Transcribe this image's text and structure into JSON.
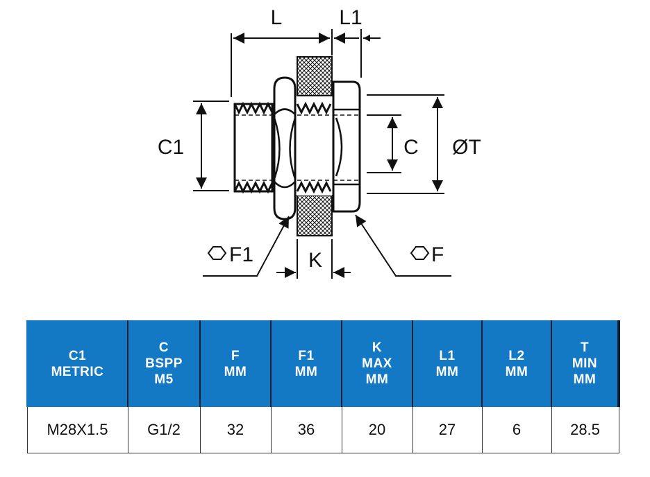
{
  "drawing": {
    "labels": {
      "L": "L",
      "L1": "L1",
      "C1": "C1",
      "C": "C",
      "T": "ØT",
      "F1": "F1",
      "K": "K",
      "F": "F"
    }
  },
  "table": {
    "headers": [
      [
        "C1",
        "METRIC"
      ],
      [
        "C",
        "BSPP",
        "M5"
      ],
      [
        "F",
        "MM"
      ],
      [
        "F1",
        "MM"
      ],
      [
        "K",
        "MAX",
        "MM"
      ],
      [
        "L1",
        "MM"
      ],
      [
        "L2",
        "MM"
      ],
      [
        "T",
        "MIN",
        "MM"
      ]
    ],
    "rows": [
      [
        "M28X1.5",
        "G1/2",
        "32",
        "36",
        "20",
        "27",
        "6",
        "28.5"
      ]
    ]
  },
  "colors": {
    "header_bg": "#1479c4",
    "header_text": "#ffffff"
  }
}
